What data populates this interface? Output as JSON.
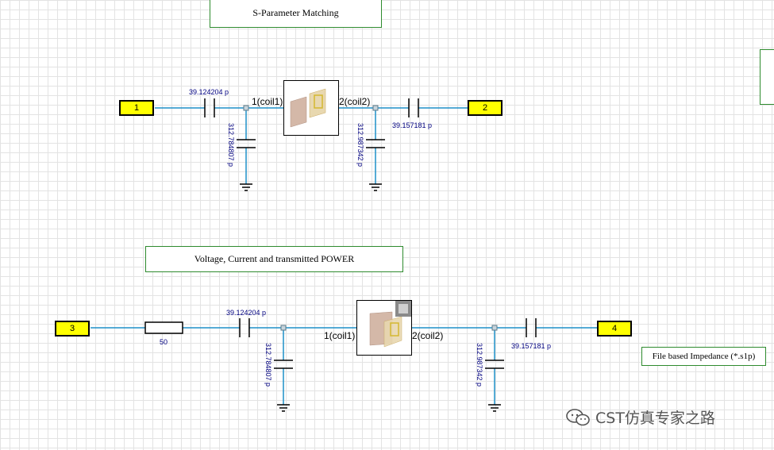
{
  "titles": {
    "s_param": "S-Parameter Matching",
    "voltage": "Voltage, Current and transmitted POWER",
    "file_imp": "File based Impedance (*.s1p)"
  },
  "top": {
    "port_left": "1",
    "port_right": "2",
    "cap_series_left": "39.124204 p",
    "cap_shunt_left": "312.784807 p",
    "pin_left": "1(coil1)",
    "pin_right": "2(coil2)",
    "cap_shunt_right": "312.987342 p",
    "cap_series_right": "39.157181 p"
  },
  "bottom": {
    "port_left": "3",
    "port_right": "4",
    "resistor": "50",
    "cap_series_left": "39.124204 p",
    "cap_shunt_left": "312.784807 p",
    "pin_left": "1(coil1)",
    "pin_right": "2(coil2)",
    "cap_shunt_right": "312.987342 p",
    "cap_series_right": "39.157181 p"
  },
  "watermark": {
    "text": "CST仿真专家之路",
    "icon": "wechat-icon"
  },
  "colors": {
    "wire": "#1e90c8",
    "port_fill": "#ffff00",
    "label_text": "#000080",
    "frame": "#2e8b2e"
  }
}
